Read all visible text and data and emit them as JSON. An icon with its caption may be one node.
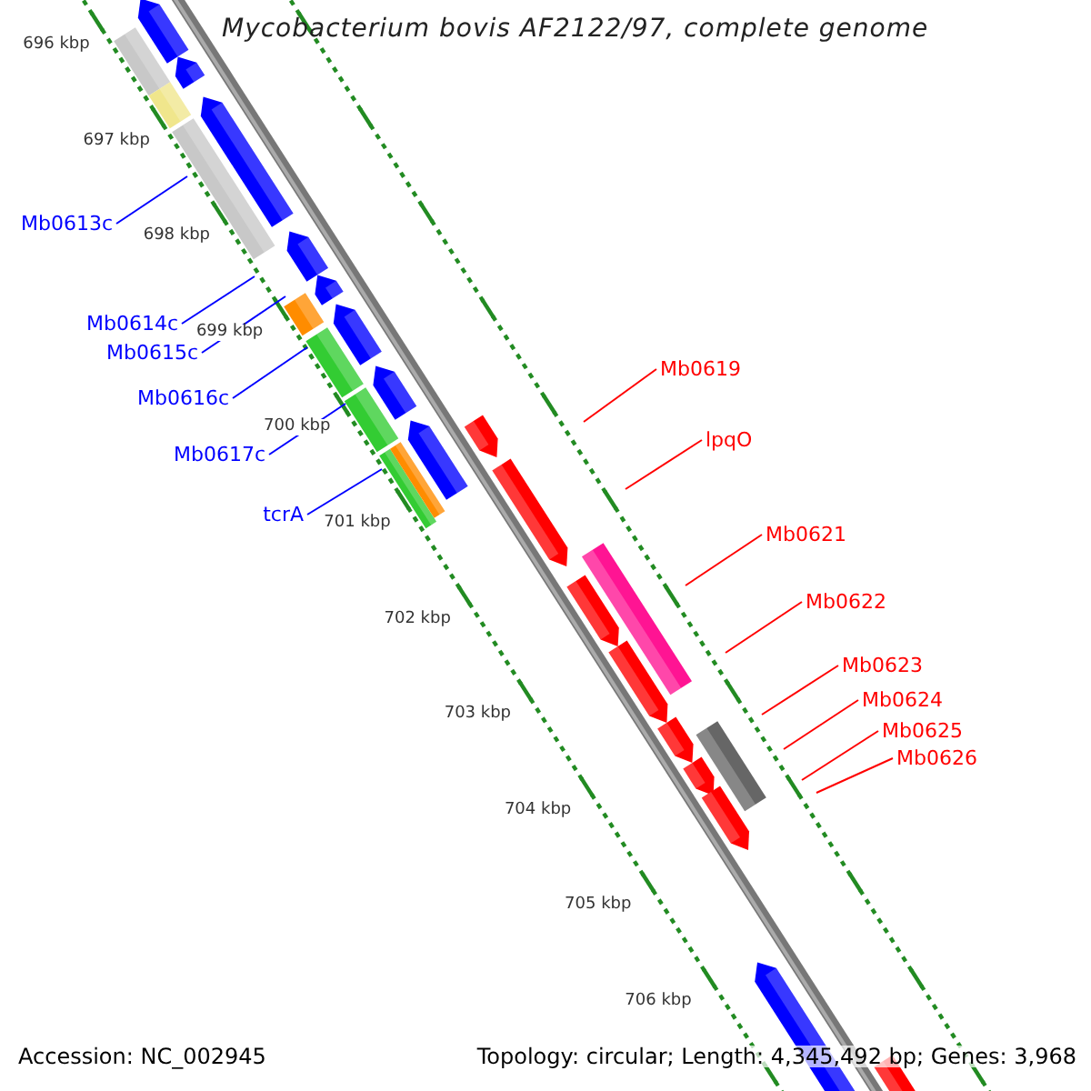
{
  "diagram": {
    "title": "Mycobacterium bovis AF2122/97, complete genome",
    "nodes": [
      {
        "text": [
          "Mb0613c"
        ]
      },
      {
        "text": [
          "Mb0614c"
        ]
      },
      {
        "text": [
          "Mb0615c"
        ]
      },
      {
        "text": [
          "Mb0616c"
        ]
      },
      {
        "text": [
          "Mb0617c"
        ]
      },
      {
        "text": [
          "tcrA"
        ]
      },
      {
        "text": [
          "Mb0619"
        ]
      },
      {
        "text": [
          "lpqO"
        ]
      },
      {
        "text": [
          "Mb0621"
        ]
      },
      {
        "text": [
          "Mb0622"
        ]
      },
      {
        "text": [
          "Mb0623"
        ]
      },
      {
        "text": [
          "Mb0624"
        ]
      },
      {
        "text": [
          "Mb0625"
        ]
      },
      {
        "text": [
          "Mb0626"
        ]
      }
    ],
    "edges": [
      {
        "from": 0,
        "to": null,
        "arrow": "none",
        "color": "#0000ff"
      },
      {
        "from": 1,
        "to": null,
        "arrow": "none",
        "color": "#0000ff"
      },
      {
        "from": 2,
        "to": null,
        "arrow": "none",
        "color": "#0000ff"
      },
      {
        "from": 3,
        "to": null,
        "arrow": "none",
        "color": "#0000ff"
      },
      {
        "from": 4,
        "to": null,
        "arrow": "none",
        "color": "#0000ff"
      },
      {
        "from": 5,
        "to": null,
        "arrow": "none",
        "color": "#0000ff"
      },
      {
        "from": 6,
        "to": null,
        "arrow": "none"
      },
      {
        "from": 7,
        "to": null,
        "arrow": "none"
      },
      {
        "from": 8,
        "to": null,
        "arrow": "none"
      },
      {
        "from": 9,
        "to": null,
        "arrow": "none"
      },
      {
        "from": 10,
        "to": null,
        "arrow": "none"
      },
      {
        "from": 11,
        "to": null,
        "arrow": "none"
      },
      {
        "from": 12,
        "to": null,
        "arrow": "none"
      },
      {
        "from": 13,
        "to": null,
        "arrow": "none"
      }
    ],
    "labels": [
      "696 kbp",
      "697 kbp",
      "698 kbp",
      "699 kbp",
      "700 kbp",
      "701 kbp",
      "702 kbp",
      "703 kbp",
      "704 kbp",
      "705 kbp",
      "706 kbp",
      "Accession: NC_002945",
      "Topology: circular; Length: 4,345,492 bp; Genes: 3,968"
    ]
  }
}
